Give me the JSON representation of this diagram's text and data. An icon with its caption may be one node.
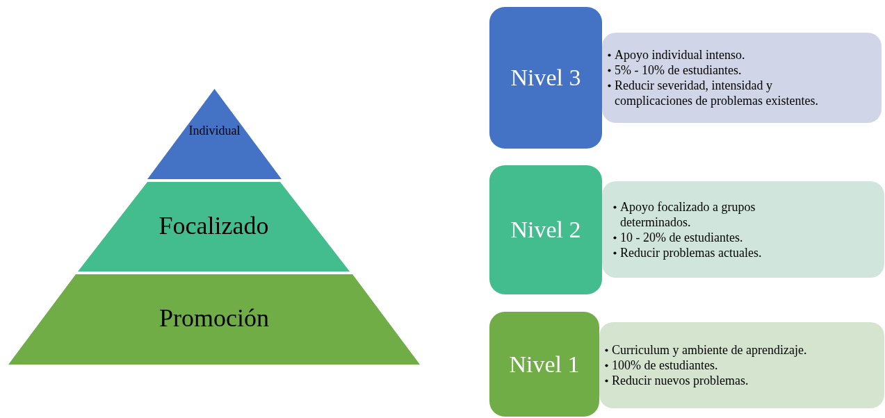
{
  "diagram": {
    "nodes": [
      {
        "text": [
          "Individual"
        ]
      },
      {
        "text": [
          "Focalizado"
        ]
      },
      {
        "text": [
          "Promoción"
        ]
      },
      {
        "text": [
          "Nivel 3"
        ]
      },
      {
        "text": [
          "Apoyo individual intenso.",
          "5% - 10% de estudiantes.",
          "Reducir severidad, intensidad y complicaciones de problemas existentes."
        ]
      },
      {
        "text": [
          "Nivel 2"
        ]
      },
      {
        "text": [
          "Apoyo focalizado a grupos determinados.",
          "10 - 20% de estudiantes.",
          "Reducir problemas actuales."
        ]
      },
      {
        "text": [
          "Nivel 1"
        ]
      },
      {
        "text": [
          "Curriculum  y ambiente  de aprendizaje.",
          "100% de estudiantes.",
          "Reducir nuevos problemas."
        ]
      }
    ]
  }
}
